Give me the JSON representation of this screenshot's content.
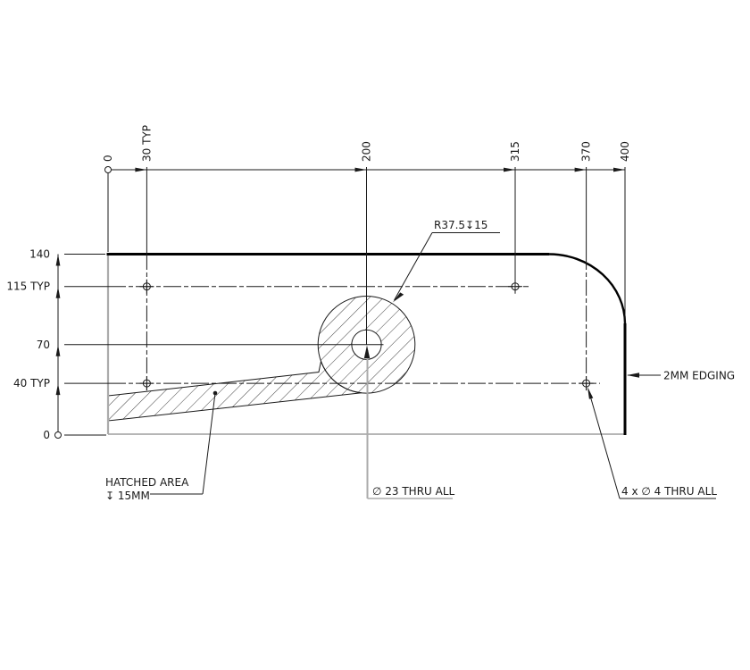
{
  "drawing": {
    "top_dims": [
      "0",
      "30 TYP",
      "200",
      "315",
      "370",
      "400"
    ],
    "left_dims": [
      "140",
      "115 TYP",
      "70",
      "40 TYP",
      "0"
    ],
    "annotations": {
      "radius_note": "R37.5↧15",
      "edging_note": "2MM EDGING",
      "hatched_note_line1": "HATCHED AREA",
      "hatched_note_line2": "↧ 15MM",
      "center_hole_note": "∅ 23 THRU ALL",
      "small_holes_note": "4 x ∅ 4 THRU ALL"
    },
    "colors": {
      "line": "#1a1a1a",
      "ghost_edge": "#ababab"
    }
  }
}
